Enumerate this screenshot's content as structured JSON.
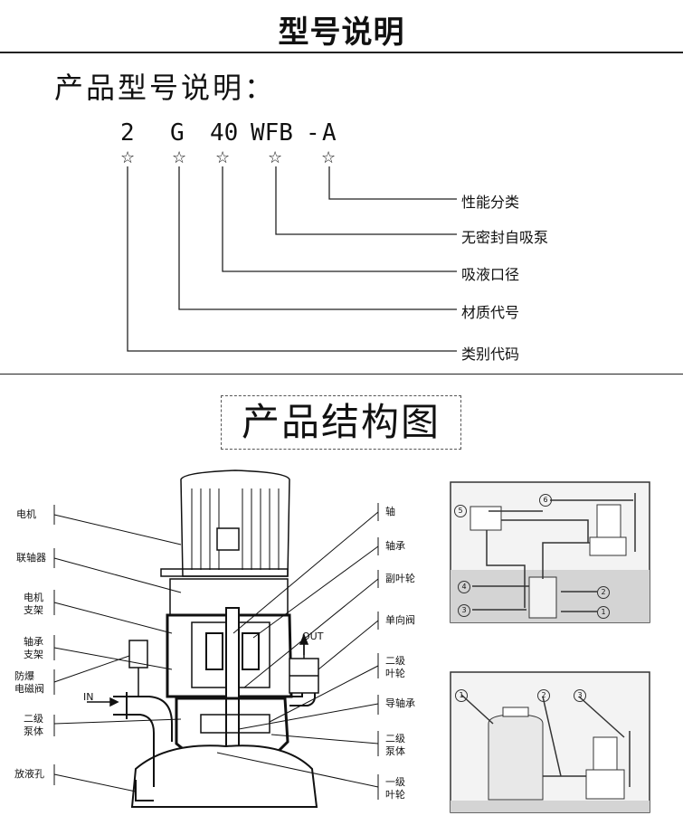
{
  "header": {
    "title": "型号说明"
  },
  "model": {
    "title": "产品型号说明：",
    "code_parts": [
      "2",
      "G",
      "40",
      "WFB",
      "-",
      "A"
    ],
    "star_glyph": "☆",
    "explanations": [
      "性能分类",
      "无密封自吸泵",
      "吸液口径",
      "材质代号",
      "类别代码"
    ]
  },
  "structure": {
    "title": "产品结构图",
    "left_labels": [
      "电机",
      "联轴器",
      "电机支架",
      "轴承支架",
      "防爆电磁阀",
      "二级泵体",
      "放液孔"
    ],
    "left_labels_display": [
      "电机",
      "联轴器",
      "电机\n支架",
      "轴承\n支架",
      "防爆\n电磁阀",
      "二级\n泵体",
      "放液孔"
    ],
    "right_labels": [
      "轴",
      "轴承",
      "副叶轮",
      "单向阀",
      "二级叶轮",
      "导轴承",
      "二级泵体",
      "一级叶轮"
    ],
    "right_labels_display": [
      "轴",
      "轴承",
      "副叶轮",
      "单向阀",
      "二级\n叶轮",
      "导轴承",
      "二级\n泵体",
      "一级\n叶轮"
    ],
    "in_label": "IN",
    "out_label": "OUT",
    "inset_top_numbers": [
      "5",
      "6",
      "4",
      "2",
      "3",
      "1"
    ],
    "inset_bottom_numbers": [
      "1",
      "2",
      "3"
    ]
  },
  "colors": {
    "line": "#222222",
    "ground": "#d4d4d4",
    "panel_bg": "#f3f3f3"
  }
}
